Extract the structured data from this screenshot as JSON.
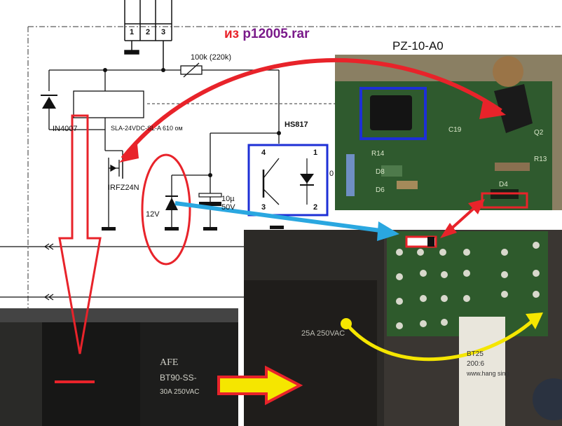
{
  "title": {
    "prefix": "из",
    "file": "p12005.rar"
  },
  "board_label": "PZ-10-A0",
  "schematic": {
    "connector_pins": [
      "1",
      "2",
      "3"
    ],
    "resistor_label": "100k (220k)",
    "diode_label": "IN4007",
    "relay_label": "SLA-24VDC-SL-A  610 ом",
    "optocoupler_label": "HS817",
    "opto_pins": [
      "4",
      "1",
      "3",
      "2"
    ],
    "mosfet_label": "IRFZ24N",
    "capacitor_label_1": "10µ",
    "capacitor_label_2": "50V",
    "zener_label": "12V",
    "side_mark": "0"
  },
  "pcb_silkscreen": [
    "C19",
    "R14",
    "R13",
    "D8",
    "D6",
    "D4",
    "Q2"
  ],
  "relay_photo_text": {
    "left_brand": "AFE",
    "left_model": "BT90-SS-",
    "left_rating": "30A 250VAC",
    "right_rating": "25A 250VAC",
    "right_brand_lines": [
      "BT25",
      "200:6",
      "www.hang sing"
    ]
  },
  "colors": {
    "red_arrow": "#e8232a",
    "blue_box": "#1d2fd6",
    "cyan_arrow": "#2aa7e0",
    "yellow_arrow": "#f5e600",
    "pcb_green": "#2f5a2e"
  }
}
